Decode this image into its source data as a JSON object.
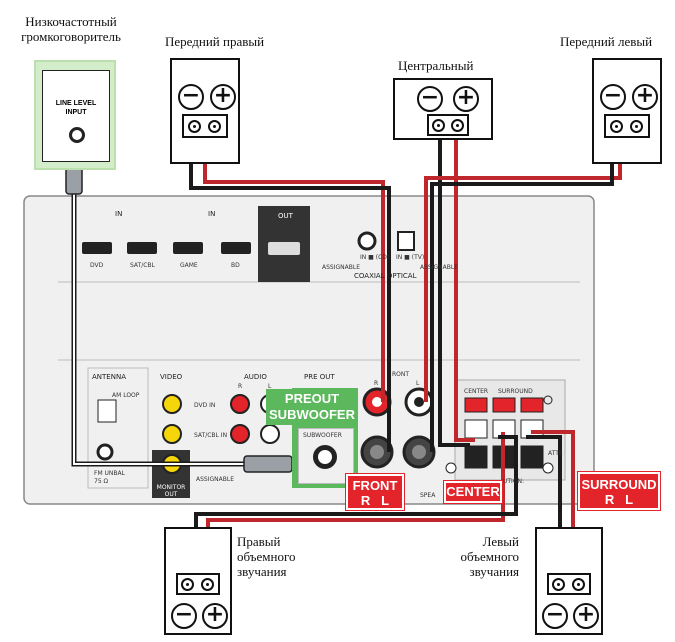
{
  "labels": {
    "subwoofer_line1": "Низкочастотный",
    "subwoofer_line2": "громкоговоритель",
    "front_right": "Передний правый",
    "front_left": "Передний левый",
    "center": "Центральный",
    "surround_right_line1": "Правый",
    "surround_right_line2": "объемного",
    "surround_right_line3": "звучания",
    "surround_left_line1": "Левый",
    "surround_left_line2": "объемного",
    "surround_left_line3": "звучания"
  },
  "subwoofer_input": {
    "line1": "LINE LEVEL",
    "line2": "INPUT"
  },
  "badges": {
    "preout_line1": "PREOUT",
    "preout_line2": "SUBWOOFER",
    "front": "FRONT",
    "front_rl": "R   L",
    "center": "CENTER",
    "surround": "SURROUND",
    "surround_rl": "R   L"
  },
  "panel": {
    "hdmi_in": "IN",
    "hdmi_out": "OUT",
    "dvd": "DVD",
    "satcbl": "SAT/CBL",
    "game": "GAME",
    "bd": "BD",
    "assignable": "ASSIGNABLE",
    "coaxial_optical": "COAXIAL    OPTICAL",
    "in_cd": "IN ■ (CD)",
    "in_tv": "IN ■ (TV)",
    "antenna": "ANTENNA",
    "am_loop": "AM LOOP",
    "fm_unbal": "FM UNBAL",
    "fm_ohm": "75 Ω",
    "video": "VIDEO",
    "audio": "AUDIO",
    "audio_r": "R",
    "audio_l": "L",
    "dvd_in": "DVD IN",
    "satcbl_in": "SAT/CBL IN",
    "monitor_out_1": "MONITOR",
    "monitor_out_2": "OUT",
    "pre_out": "PRE OUT",
    "subwoofer": "SUBWOOFER",
    "front_small": "RONT",
    "center_small": "CENTER",
    "surround_small": "SURROUND",
    "speakers": "SPEA",
    "caution": "UTION:",
    "atte": "ATTE",
    "r": "R",
    "l": "L"
  },
  "symbols": {
    "minus": "−",
    "plus": "+"
  },
  "colors": {
    "red_wire": "#c0272d",
    "black_wire": "#1a1a1a",
    "green": "#5cb85c",
    "badge_red": "#e3242b",
    "panel": "#f0f0f0"
  }
}
